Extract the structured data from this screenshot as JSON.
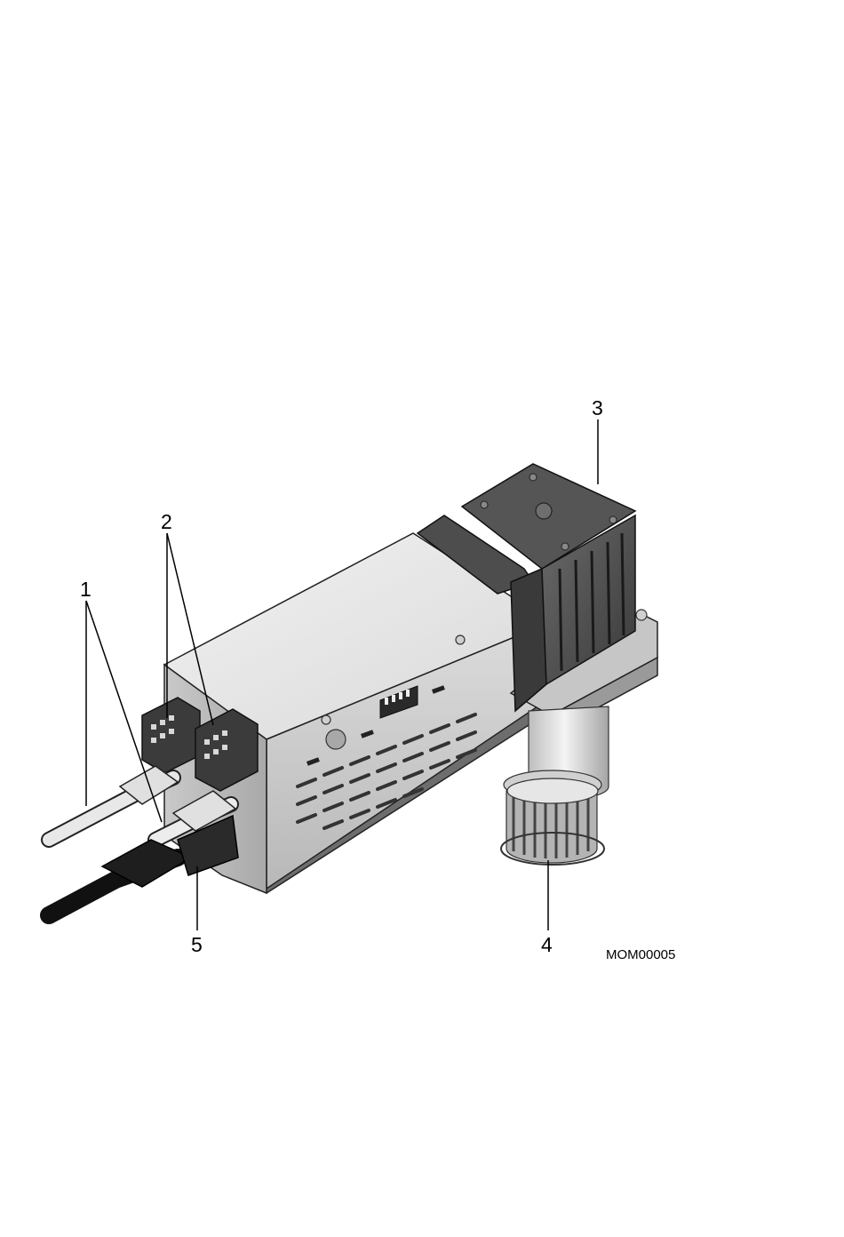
{
  "figure": {
    "id": "MOM00005",
    "callouts": [
      {
        "label": "1",
        "part": "light-cables"
      },
      {
        "label": "2",
        "part": "terminal-connectors"
      },
      {
        "label": "3",
        "part": "motor"
      },
      {
        "label": "4",
        "part": "timing-pulley"
      },
      {
        "label": "5",
        "part": "power-cable"
      }
    ]
  }
}
